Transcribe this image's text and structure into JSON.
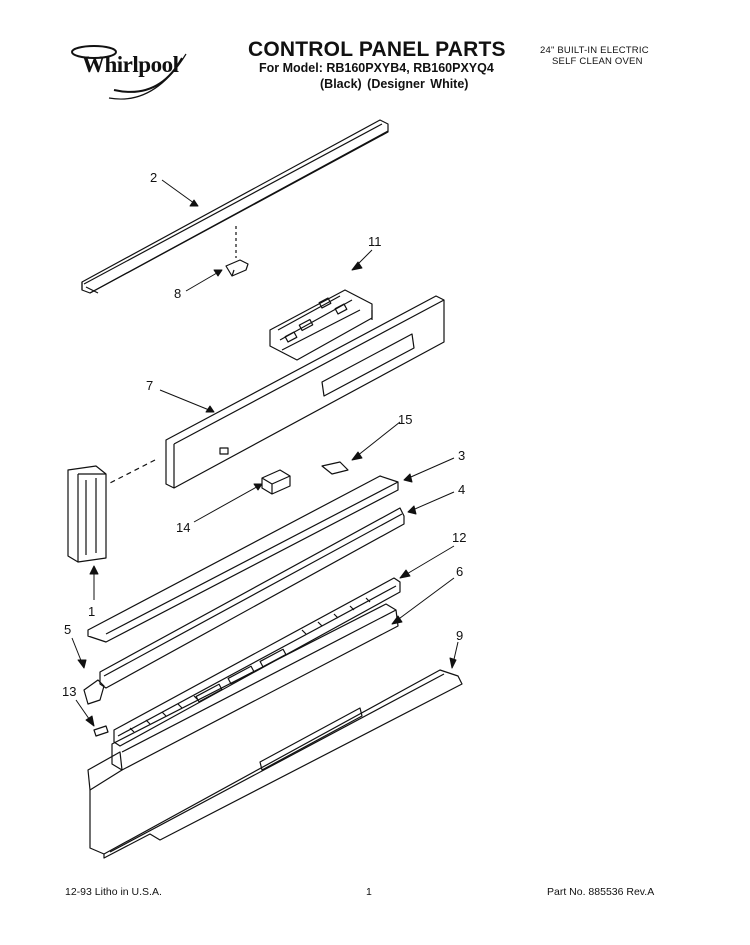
{
  "header": {
    "brand": "Whirlpool",
    "title": "CONTROL PANEL PARTS",
    "models": "For Model: RB160PXYB4, RB160PXYQ4",
    "colors": "(Black)   (Designer White)",
    "oven_line1": "24\" BUILT-IN ELECTRIC",
    "oven_line2": "SELF CLEAN OVEN"
  },
  "callouts": {
    "c1": "1",
    "c2": "2",
    "c3": "3",
    "c4": "4",
    "c5": "5",
    "c6": "6",
    "c7": "7",
    "c8": "8",
    "c9": "9",
    "c11": "11",
    "c12": "12",
    "c13": "13",
    "c14": "14",
    "c15": "15"
  },
  "footer": {
    "date": "12-93  Litho in U.S.A.",
    "page": "1",
    "part_no": "Part No. 885536 Rev.A"
  }
}
